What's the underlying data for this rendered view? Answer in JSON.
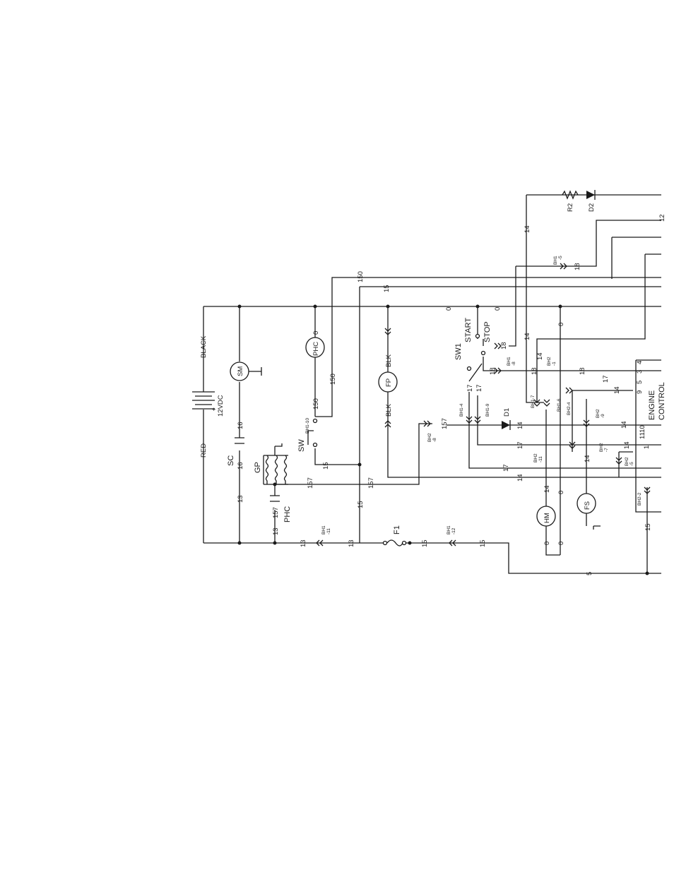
{
  "wire_numbers": {
    "w0": "0",
    "w5": "5",
    "w13": "13",
    "w14": "14",
    "w15": "15",
    "w16": "16",
    "w17": "17",
    "w18": "18",
    "w150": "150",
    "w157": "157",
    "w12": "12"
  },
  "wire_colors": {
    "red": "RED",
    "black": "BLACK",
    "blk": "BLK"
  },
  "battery": {
    "voltage": "12VDC",
    "polarity": "+"
  },
  "components": {
    "sm": "SM",
    "sc": "SC",
    "gp": "GP",
    "phc": "PHC",
    "fp": "FP",
    "sw": "SW",
    "sw1": "SW1",
    "d1": "D1",
    "d2": "D2",
    "r2": "R2",
    "f1": "F1",
    "hm": "HM",
    "fs": "FS"
  },
  "switch_positions": {
    "start": "START",
    "stop": "STOP"
  },
  "connectors": {
    "bh1_10": "BH1-10",
    "bh1_11": "BH1",
    "bh1_11b": "-11",
    "bh1_12": "BH1",
    "bh1_12b": "-12",
    "bh1_4": "BH1-4",
    "bh1_9": "BH1-9",
    "bh1_8": "BH1",
    "bh1_8b": "-8",
    "bh1_5": "BH1",
    "bh1_5b": "-5",
    "bh1_7": "BH1-7",
    "bh1_6": "BH1-6",
    "bh2_1": "BH2",
    "bh2_1b": "-1",
    "bh2_4": "BH2-4",
    "bh2_8": "BH2",
    "bh2_8b": "-8",
    "bh2_11": "BH2",
    "bh2_11b": "-11",
    "bh2_9": "BH2",
    "bh2_9b": "-9",
    "bh2_7": "BH2",
    "bh2_7b": "-7",
    "bh2_5": "BH2",
    "bh2_5b": "-5",
    "bh2_2": "BH2-2"
  },
  "controller": {
    "title_line1": "ENGINE",
    "title_line2": "CONTROL",
    "model": "1110",
    "pins": {
      "p1": "1",
      "p3": "3",
      "p4": "4",
      "p9": "9",
      "p5": "5"
    }
  }
}
